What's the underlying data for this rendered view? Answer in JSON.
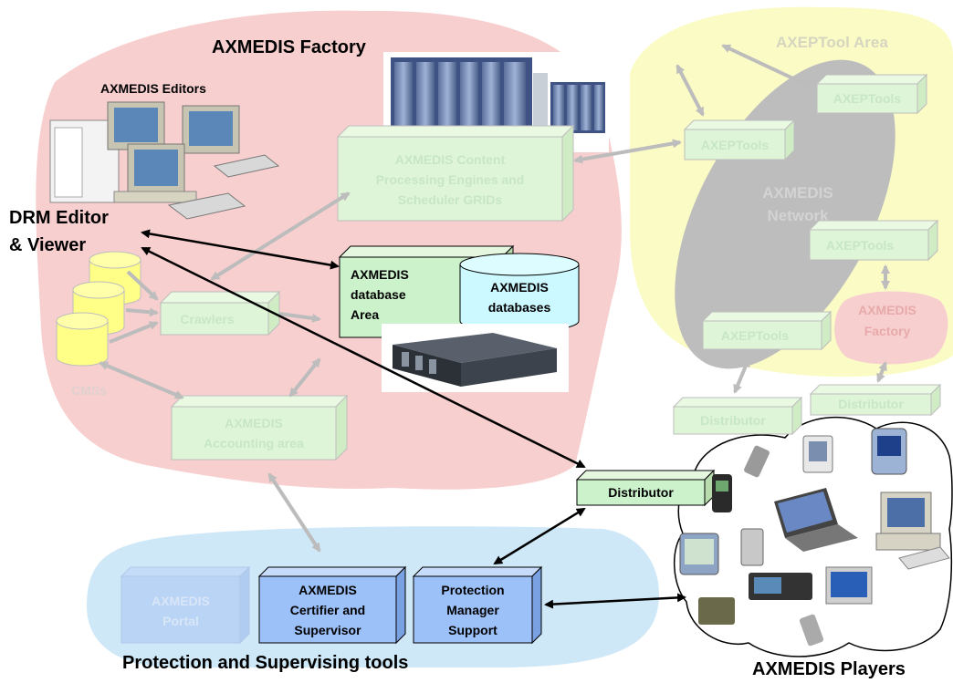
{
  "regions": {
    "factory_title": "AXMEDIS Factory",
    "axeptool_area_title": "AXEPTool Area",
    "network_label_1": "AXMEDIS",
    "network_label_2": "Network",
    "protection_tools_title": "Protection and Supervising tools",
    "players_title": "AXMEDIS Players"
  },
  "labels": {
    "editors": "AXMEDIS Editors",
    "drm_editor_1": "DRM Editor",
    "drm_editor_2": "& Viewer",
    "cmss": "CMSs"
  },
  "boxes": {
    "content_processing": [
      "AXMEDIS Content",
      "Processing Engines and",
      "Scheduler GRIDs"
    ],
    "crawlers": "Crawlers",
    "database_area": [
      "AXMEDIS",
      "database",
      "Area"
    ],
    "databases": [
      "AXMEDIS",
      "databases"
    ],
    "accounting": [
      "AXMEDIS",
      "Accounting area"
    ],
    "axeptools_1": "AXEPTools",
    "axeptools_2": "AXEPTools",
    "axeptools_3": "AXEPTools",
    "axeptools_4": "AXEPTools",
    "factory_small": [
      "AXMEDIS",
      "Factory"
    ],
    "distributor_left": "Distributor",
    "distributor_right": "Distributor",
    "distributor_main": "Distributor",
    "portal": [
      "AXMEDIS",
      "Portal"
    ],
    "certifier": [
      "AXMEDIS",
      "Certifier and",
      "Supervisor"
    ],
    "protection_manager": [
      "Protection",
      "Manager",
      "Support"
    ]
  },
  "colors": {
    "factory_bg": "#f8cfcf",
    "axeptool_bg": "#fbfbc6",
    "network_bg": "#bdbdbd",
    "protection_bg": "#cfe8f8",
    "faded_box": "#dff5d7",
    "faded_text": "#c6e6c6",
    "active_box": "#ccf2cc",
    "blue_box": "#9cc0f8",
    "cylinder_yellow": "#ffff88",
    "db_cyan": "#ccf8ff",
    "faded_arrow": "#bcbcbc"
  }
}
